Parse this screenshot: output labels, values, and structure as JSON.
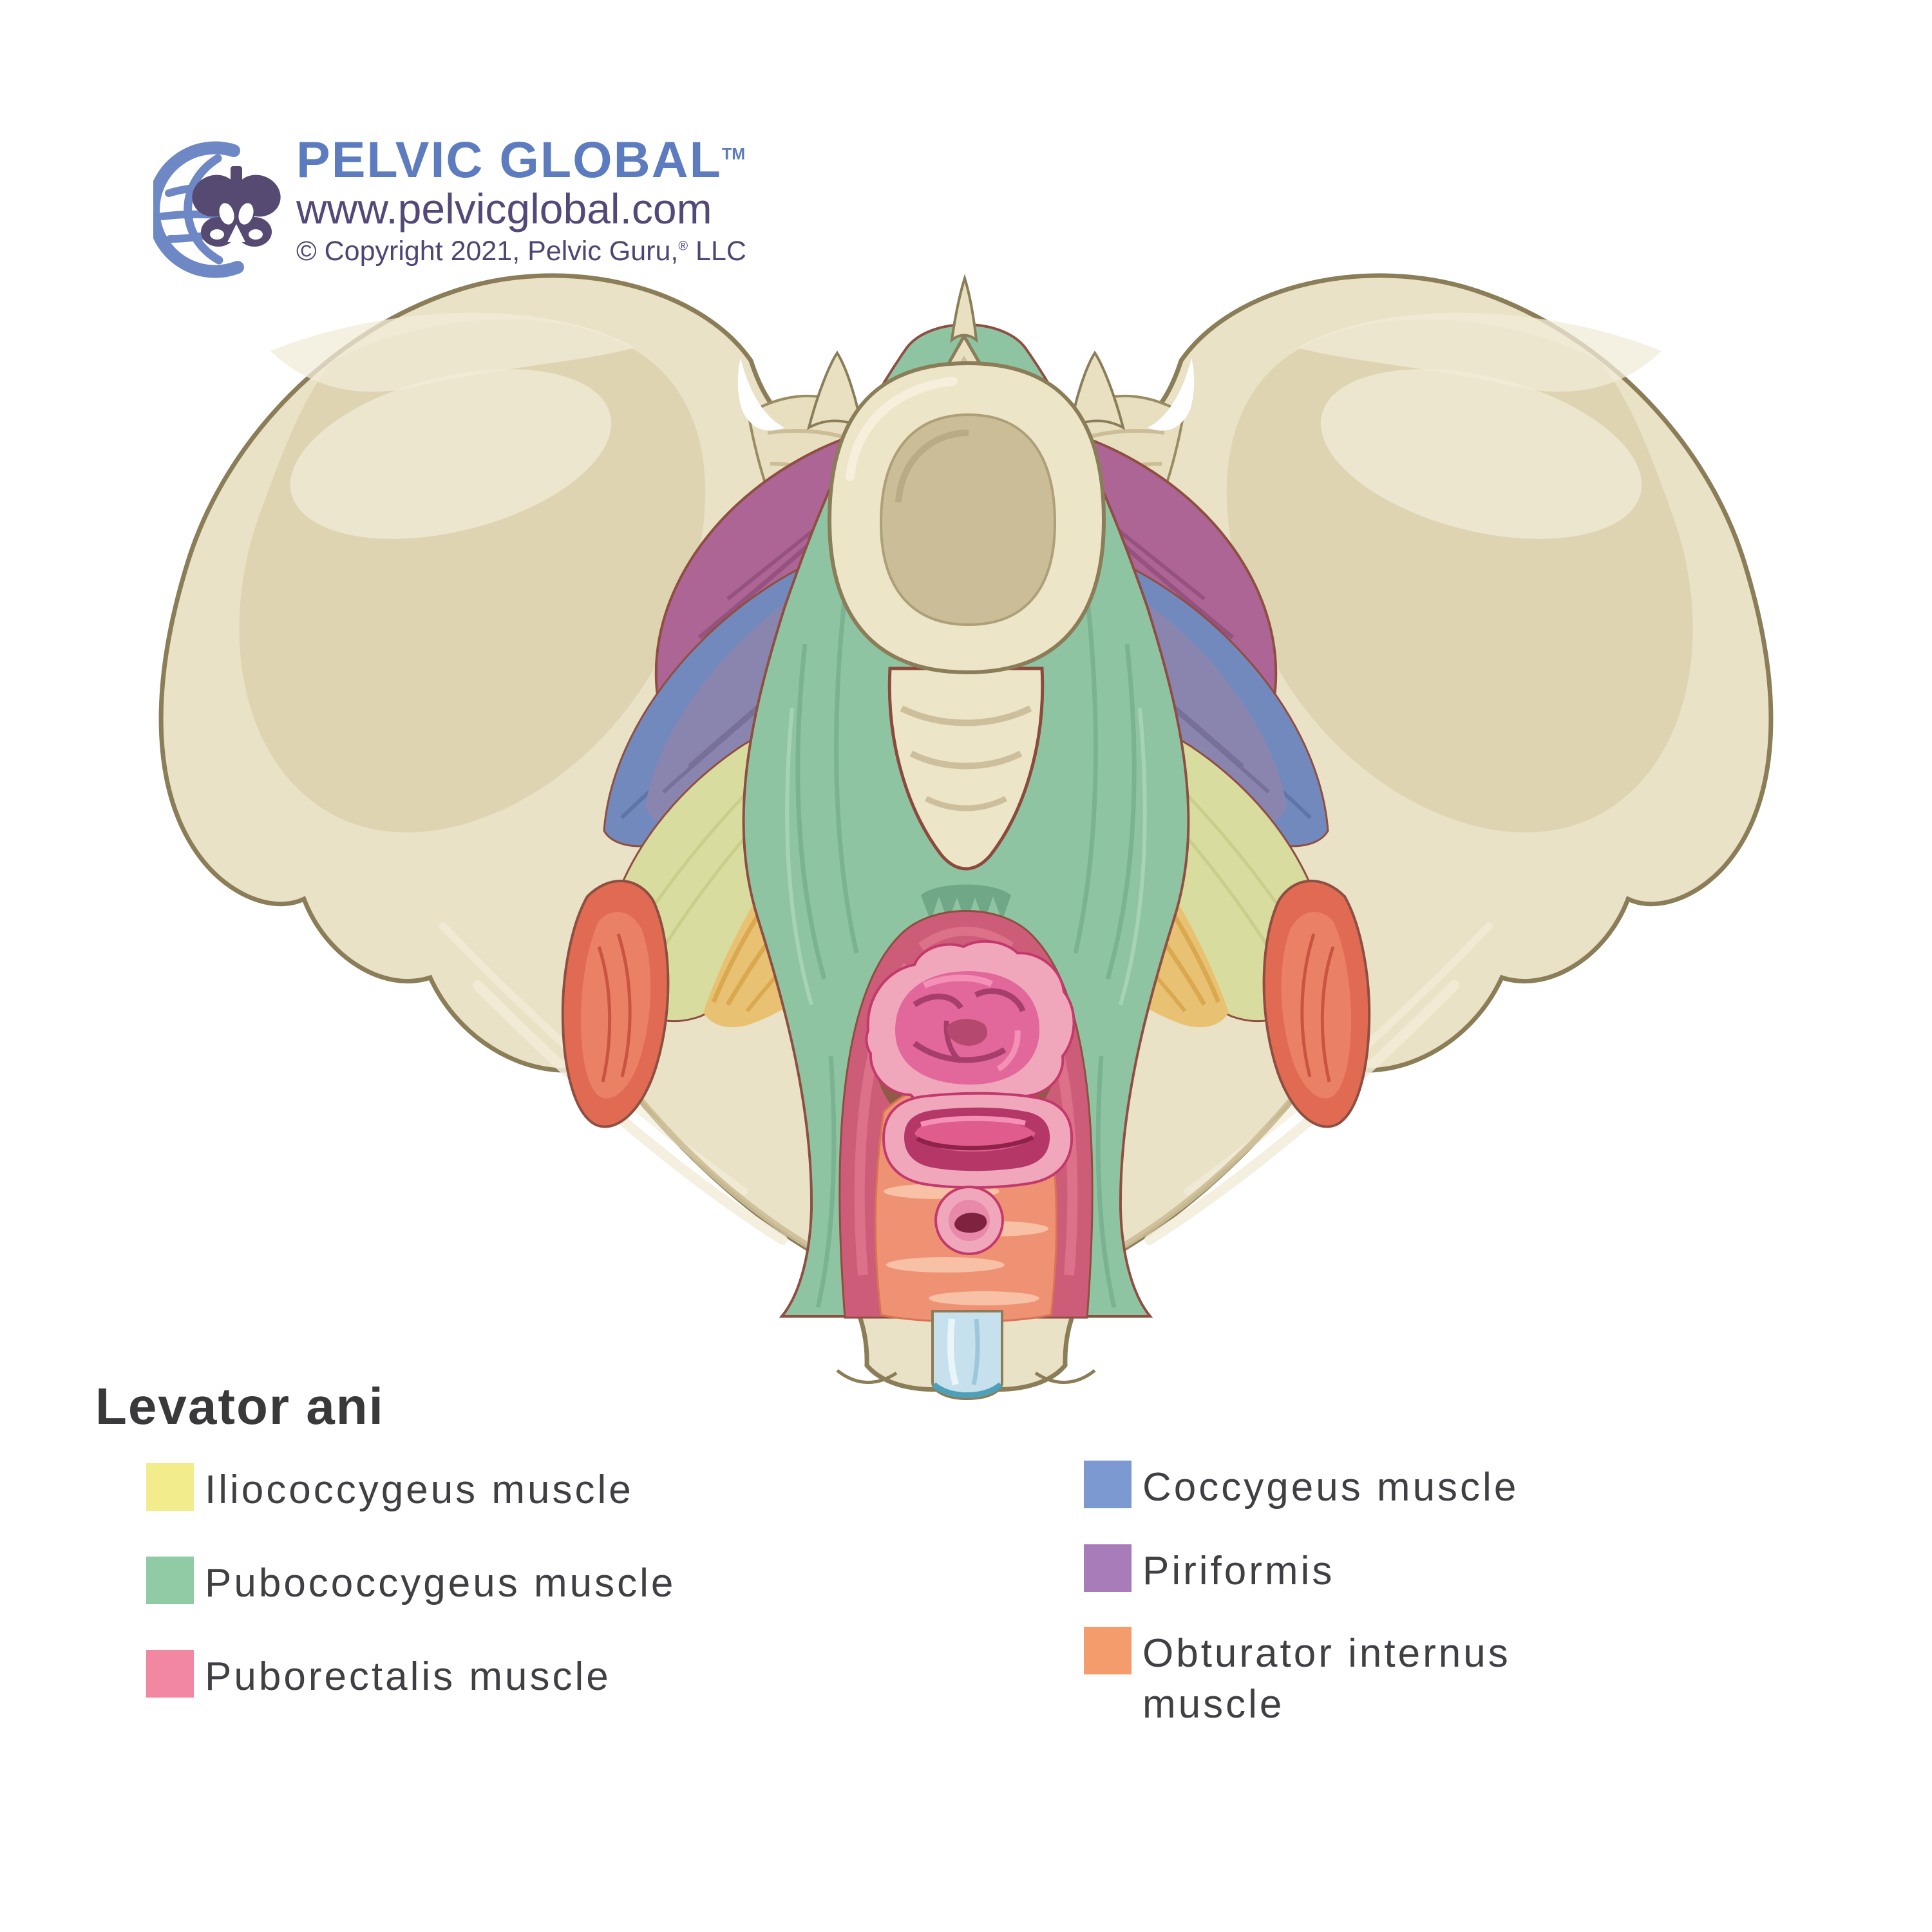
{
  "header": {
    "brand": "PELVIC GLOBAL",
    "trademark": "TM",
    "website": "www.pelvicglobal.com",
    "copyright_prefix": "© Copyright 2021, Pelvic Guru,",
    "registered_mark": "®",
    "copyright_suffix": " LLC"
  },
  "legend": {
    "title": "Levator ani",
    "left_column": [
      {
        "label": "Iliococcygeus muscle",
        "color": "#F3EC8C"
      },
      {
        "label": "Pubococcygeus muscle",
        "color": "#90CBA5"
      },
      {
        "label": "Puborectalis muscle",
        "color": "#F287A2"
      }
    ],
    "right_column": [
      {
        "label": "Coccygeus muscle",
        "color": "#7C9AD1"
      },
      {
        "label": "Piriformis",
        "color": "#A87CB9"
      },
      {
        "label": "Obturator internus muscle",
        "color": "#F59C6D"
      }
    ]
  },
  "illustration": {
    "colors": {
      "bone": "#EAE2C6",
      "bone_shadow": "#DED4B2",
      "bone_outline": "#8A7D58",
      "muscle_outline": "#8F4E42",
      "piriformis": "#AC6595",
      "coccygeus_blue": "#7289BE",
      "coccygeus_slate": "#8A85AF",
      "iliococcygeus_membrane": "#D9DC9F",
      "iliococcygeus_fan": "#E8C272",
      "pubococcygeus": "#8FC4A3",
      "puborectalis": "#CD5C78",
      "obturator_internus": "#E06A52",
      "opening_ring": "#F0A7BB",
      "opening_deep": "#C2396B",
      "perineal_body": "#EE9273",
      "pubic_symphysis": "#C6E1ED",
      "logo_blue": "#5C7CBF",
      "logo_purple": "#564A73"
    }
  }
}
